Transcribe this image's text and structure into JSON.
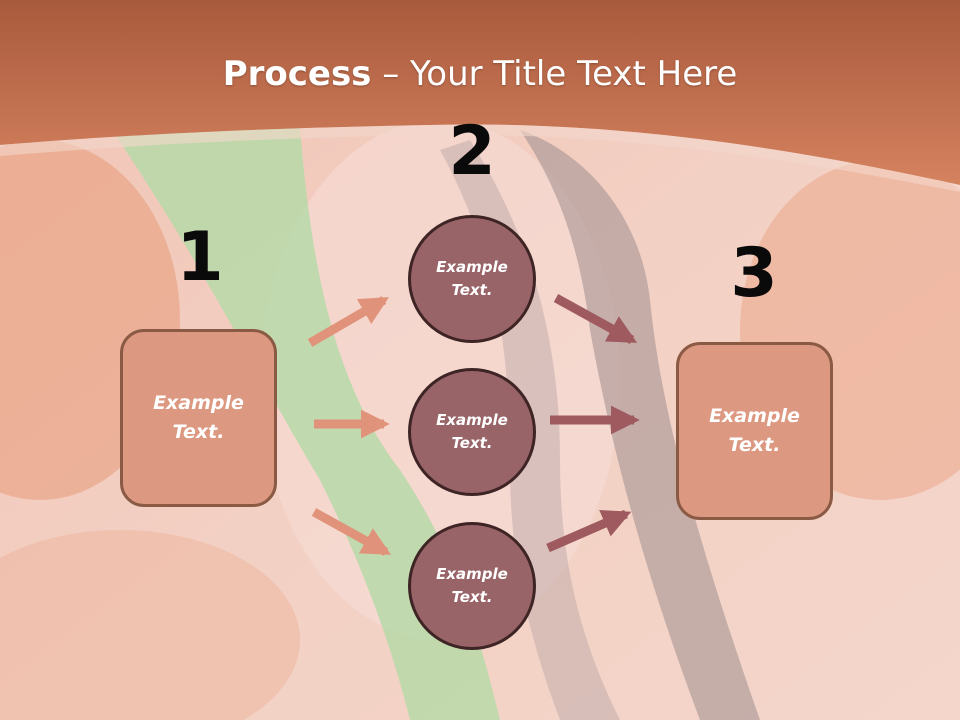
{
  "title": {
    "bold": "Process",
    "rest": " – Your Title Text Here"
  },
  "steps": [
    {
      "number": "1",
      "box_text": "Example\nText."
    },
    {
      "number": "2",
      "circles": [
        "Example\nText.",
        "Example\nText.",
        "Example\nText."
      ]
    },
    {
      "number": "3",
      "box_text": "Example\nText."
    }
  ],
  "colors": {
    "header": "#c87a5a",
    "box_fill": "#dc9880",
    "circle_fill": "#986468",
    "arrow_left": "#e0937a",
    "arrow_right": "#9e5a5e",
    "number_text": "#0a0a0a"
  }
}
